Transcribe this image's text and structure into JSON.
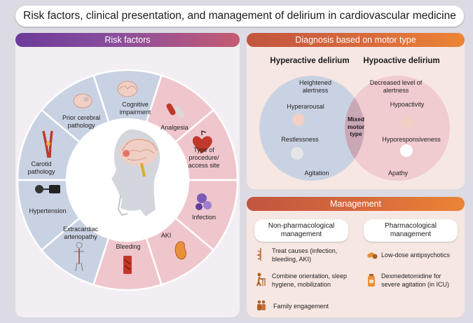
{
  "title": "Risk factors, clinical presentation, and management of delirium in cardiovascular medicine",
  "risk_factors": {
    "header": "Risk factors",
    "segments": {
      "cognitive": "Cognitive impairment",
      "analgesia": "Analgesia",
      "procedure": "Type of procedure/ access site",
      "infection": "Infection",
      "aki": "AKI",
      "bleeding": "Bleeding",
      "extracardiac": "Extracardiac arteriopathy",
      "hypertension": "Hypertension",
      "carotid": "Carotid pathology",
      "cerebral": "Prior cerebral pathology"
    }
  },
  "diagnosis": {
    "header": "Diagnosis based on motor type",
    "hyper_title": "Hyperactive delirium",
    "hypo_title": "Hypoactive delirium",
    "hyper_items": [
      "Heightened alertness",
      "Hyperarousal",
      "Restlessness",
      "Agitation"
    ],
    "hypo_items": [
      "Decreased level of alertness",
      "Hypoactivity",
      "Hyporesponsiveness",
      "Apathy"
    ],
    "mixed": "Mixed motor type"
  },
  "management": {
    "header": "Management",
    "nonpharm_title": "Non-pharmacological management",
    "pharm_title": "Pharmacological management",
    "nonpharm_items": [
      "Treat causes (infection, bleeding, AKI)",
      "Combine orientation, sleep hygiene, mobilization",
      "Family engagement"
    ],
    "pharm_items": [
      "Low-dose antipsychotics",
      "Dexmedetomidine for severe agitation (in ICU)"
    ]
  },
  "colors": {
    "purple": "#6d3a9a",
    "orange": "#ec8434",
    "blue_segment": "#c9d2e3",
    "pink_segment": "#efc6cc"
  }
}
